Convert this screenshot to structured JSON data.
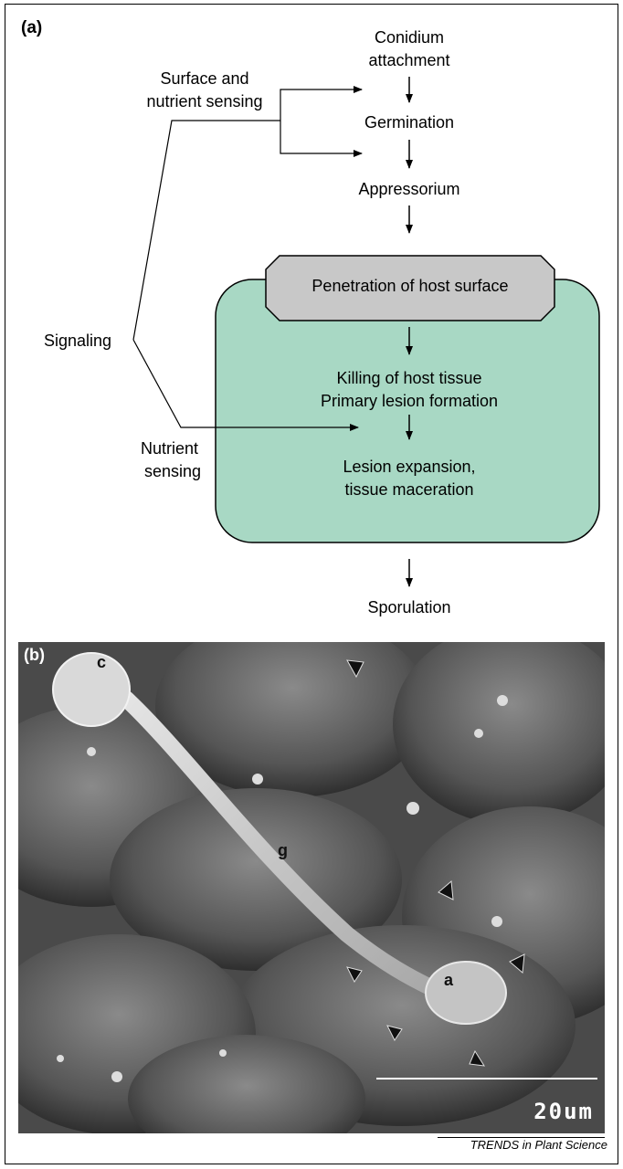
{
  "panel_a": {
    "label": "(a)",
    "steps": {
      "conidium_1": "Conidium",
      "conidium_2": "attachment",
      "germination": "Germination",
      "appressorium": "Appressorium",
      "penetration": "Penetration of host surface",
      "killing_1": "Killing of host tissue",
      "killing_2": "Primary lesion formation",
      "lesion_1": "Lesion expansion,",
      "lesion_2": "tissue maceration",
      "sporulation": "Sporulation"
    },
    "signals": {
      "surface_1": "Surface and",
      "surface_2": "nutrient sensing",
      "signaling": "Signaling",
      "nutrient_1": "Nutrient",
      "nutrient_2": "sensing"
    },
    "colors": {
      "host_box": "#a8d8c4",
      "penetration_box": "#c8c8c8"
    }
  },
  "panel_b": {
    "label": "(b)",
    "markers": {
      "conidium": "c",
      "germ_tube": "g",
      "appressorium": "a"
    },
    "scale_bar": "20um"
  },
  "credit": "TRENDS in Plant Science"
}
